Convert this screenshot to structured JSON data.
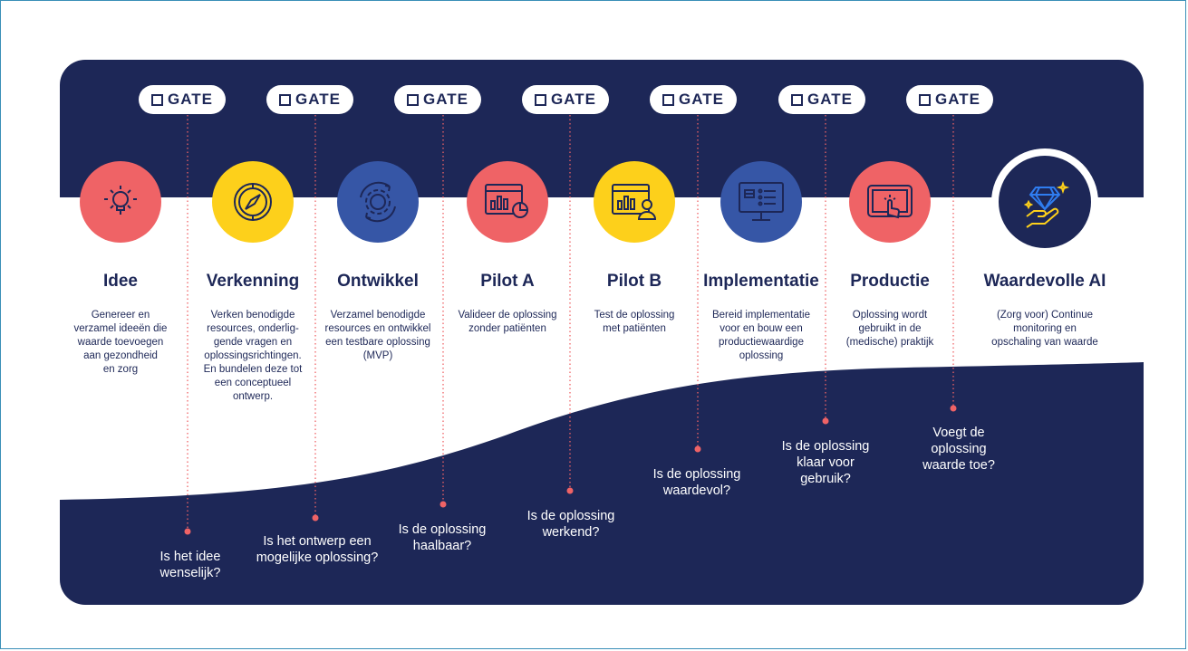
{
  "colors": {
    "navy": "#1d2757",
    "red": "#ef6366",
    "yellow": "#fdd01b",
    "blue": "#3656a6",
    "dot": "#ef6366"
  },
  "gates": [
    {
      "label": "GATE"
    },
    {
      "label": "GATE"
    },
    {
      "label": "GATE"
    },
    {
      "label": "GATE"
    },
    {
      "label": "GATE"
    },
    {
      "label": "GATE"
    },
    {
      "label": "GATE"
    }
  ],
  "stages": [
    {
      "title": "Idee",
      "icon": "lightbulb-icon",
      "color": "#ef6366",
      "lines": [
        "Genereer en",
        "verzamel ideeën die",
        "waarde toevoegen",
        "aan gezondheid",
        "en zorg"
      ]
    },
    {
      "title": "Verkenning",
      "icon": "compass-icon",
      "color": "#fdd01b",
      "lines": [
        "Verken benodigde",
        "resources, onderlig-",
        "gende vragen en",
        "oplossingsrichtingen.",
        "En bundelen deze tot",
        "een conceptueel",
        "ontwerp."
      ]
    },
    {
      "title": "Ontwikkel",
      "icon": "gear-cycle-icon",
      "color": "#3656a6",
      "lines": [
        "Verzamel benodigde",
        "resources en ontwikkel",
        "een testbare oplossing",
        "(MVP)"
      ]
    },
    {
      "title": "Pilot A",
      "icon": "dashboard-chart-icon",
      "color": "#ef6366",
      "lines": [
        "Valideer de oplossing",
        "zonder patiënten"
      ]
    },
    {
      "title": "Pilot B",
      "icon": "dashboard-user-icon",
      "color": "#fdd01b",
      "lines": [
        "Test de oplossing",
        "met patiënten"
      ]
    },
    {
      "title": "Implementatie",
      "icon": "monitor-checklist-icon",
      "color": "#3656a6",
      "lines": [
        "Bereid implementatie",
        "voor en bouw een",
        "productiewaardige",
        "oplossing"
      ]
    },
    {
      "title": "Productie",
      "icon": "tablet-tap-icon",
      "color": "#ef6366",
      "lines": [
        "Oplossing wordt",
        "gebruikt in de",
        "(medische) praktijk"
      ]
    },
    {
      "title": "Waardevolle AI",
      "icon": "diamond-hand-icon",
      "color": "#1d2757",
      "lines": [
        "(Zorg voor) Continue",
        "monitoring en",
        "opschaling van waarde"
      ]
    }
  ],
  "questions": [
    {
      "lines": [
        "Is het idee",
        "wenselijk?"
      ]
    },
    {
      "lines": [
        "Is het ontwerp een",
        "mogelijke oplossing?"
      ]
    },
    {
      "lines": [
        "Is de oplossing",
        "haalbaar?"
      ]
    },
    {
      "lines": [
        "Is de oplossing",
        "werkend?"
      ]
    },
    {
      "lines": [
        "Is de oplossing",
        "waardevol?"
      ]
    },
    {
      "lines": [
        "Is de oplossing",
        "klaar voor",
        "gebruik?"
      ]
    },
    {
      "lines": [
        "Voegt de",
        "oplossing",
        "waarde toe?"
      ]
    }
  ]
}
